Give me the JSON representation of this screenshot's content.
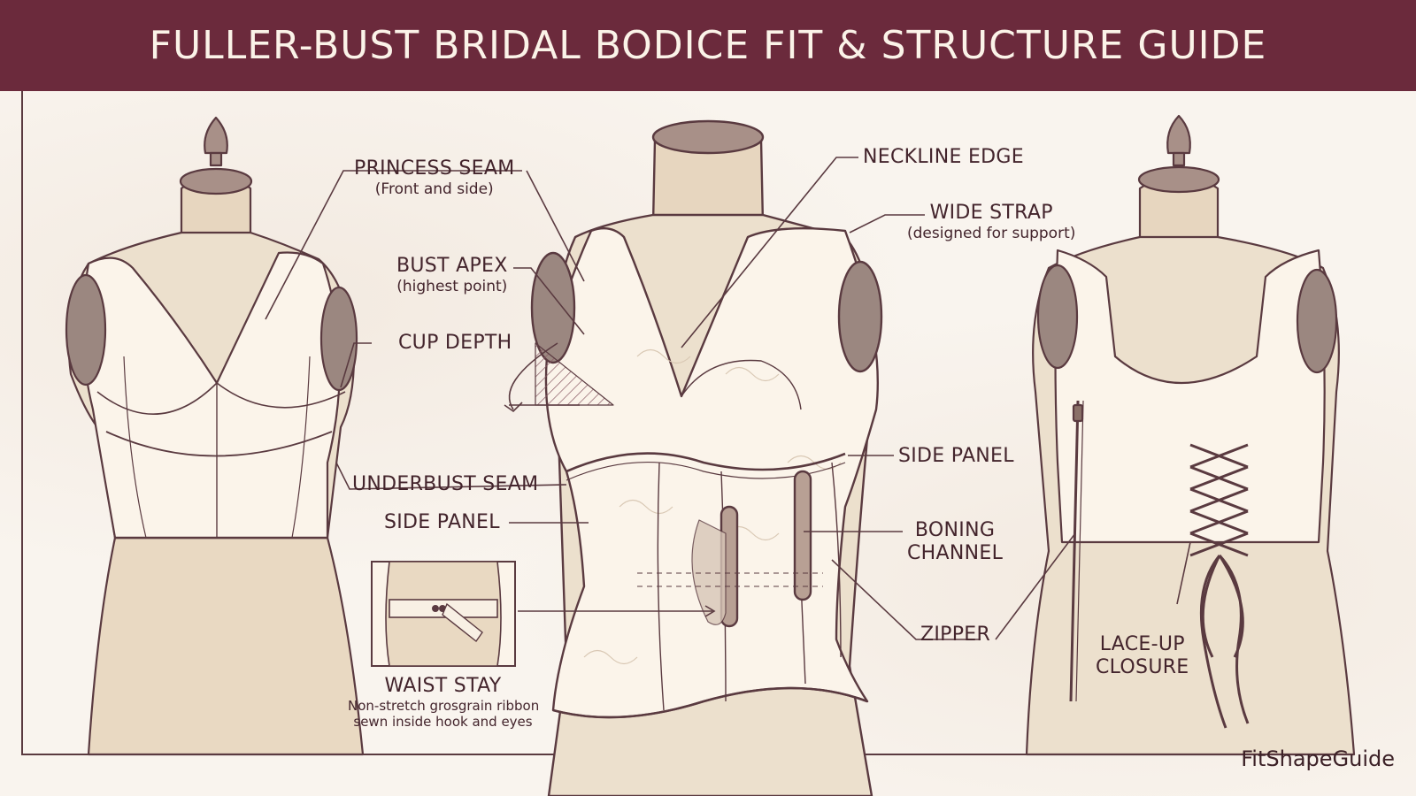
{
  "title": "FULLER-BUST BRIDAL BODICE FIT & STRUCTURE GUIDE",
  "labels": {
    "princess_seam": {
      "title": "PRINCESS SEAM",
      "sub": "(Front and side)"
    },
    "bust_apex": {
      "title": "BUST APEX",
      "sub": "(highest point)"
    },
    "cup_depth": {
      "title": "CUP DEPTH"
    },
    "underbust_seam": {
      "title": "UNDERBUST SEAM"
    },
    "side_panel_left": {
      "title": "SIDE PANEL"
    },
    "waist_stay": {
      "title": "WAIST STAY",
      "sub1": "Non-stretch grosgrain ribbon",
      "sub2": "sewn inside hook and eyes"
    },
    "neckline_edge": {
      "title": "NECKLINE EDGE"
    },
    "wide_strap": {
      "title": "WIDE STRAP",
      "sub": "(designed for support)"
    },
    "side_panel_right": {
      "title": "SIDE PANEL"
    },
    "boning_channel": {
      "title1": "BONING",
      "title2": "CHANNEL"
    },
    "zipper": {
      "title": "ZIPPER"
    },
    "lace_up_closure": {
      "title1": "LACE-UP",
      "title2": "CLOSURE"
    }
  },
  "brand": "FitShapeGuide",
  "colors": {
    "header": "#6b2a3c",
    "ink": "#5a3a40",
    "fabric": "#fbf4ea",
    "form": "#e9d9c2",
    "arm_cap": "#9b8780"
  }
}
